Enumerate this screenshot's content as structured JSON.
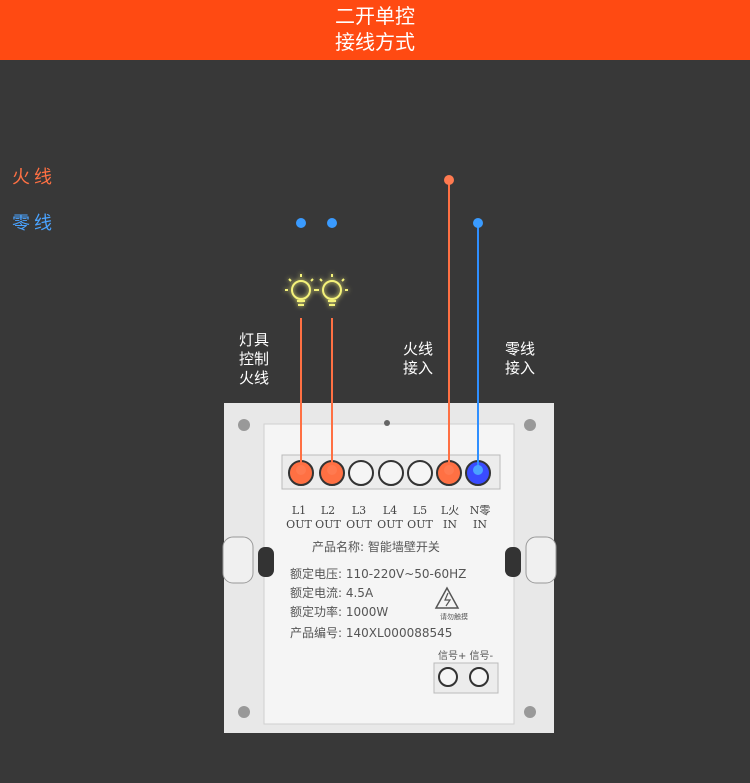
{
  "banner": {
    "line1": "二开单控",
    "line2": "接线方式",
    "bg": "#ff4a12"
  },
  "wires": {
    "live_label": "火线",
    "live_color": "#ff7043",
    "neutral_label": "零线",
    "neutral_color": "#2f8fff"
  },
  "labels": {
    "lamp_control": [
      "灯具",
      "控制",
      "火线"
    ],
    "live_in": [
      "火线",
      "接入"
    ],
    "neutral_in": [
      "零线",
      "接入"
    ]
  },
  "terminals": [
    {
      "top": "L1",
      "bottom": "OUT",
      "wire": "live"
    },
    {
      "top": "L2",
      "bottom": "OUT",
      "wire": "live"
    },
    {
      "top": "L3",
      "bottom": "OUT",
      "wire": ""
    },
    {
      "top": "L4",
      "bottom": "OUT",
      "wire": ""
    },
    {
      "top": "L5",
      "bottom": "OUT",
      "wire": ""
    },
    {
      "top": "L火",
      "bottom": "IN",
      "wire": "live"
    },
    {
      "top": "N零",
      "bottom": "IN",
      "wire": "neutral"
    }
  ],
  "spec": {
    "product_name": "产品名称: 智能墙壁开关",
    "voltage": "额定电压: 110-220V~50-60HZ",
    "current": "额定电流: 4.5A",
    "power": "额定功率: 1000W",
    "serial": "产品编号: 140XL000088545",
    "warning": "请勿触摸",
    "signal": "信号+ 信号-"
  },
  "icons": {
    "bulb1": "lightbulb-icon",
    "bulb2": "lightbulb-icon",
    "warning": "high-voltage-icon"
  }
}
